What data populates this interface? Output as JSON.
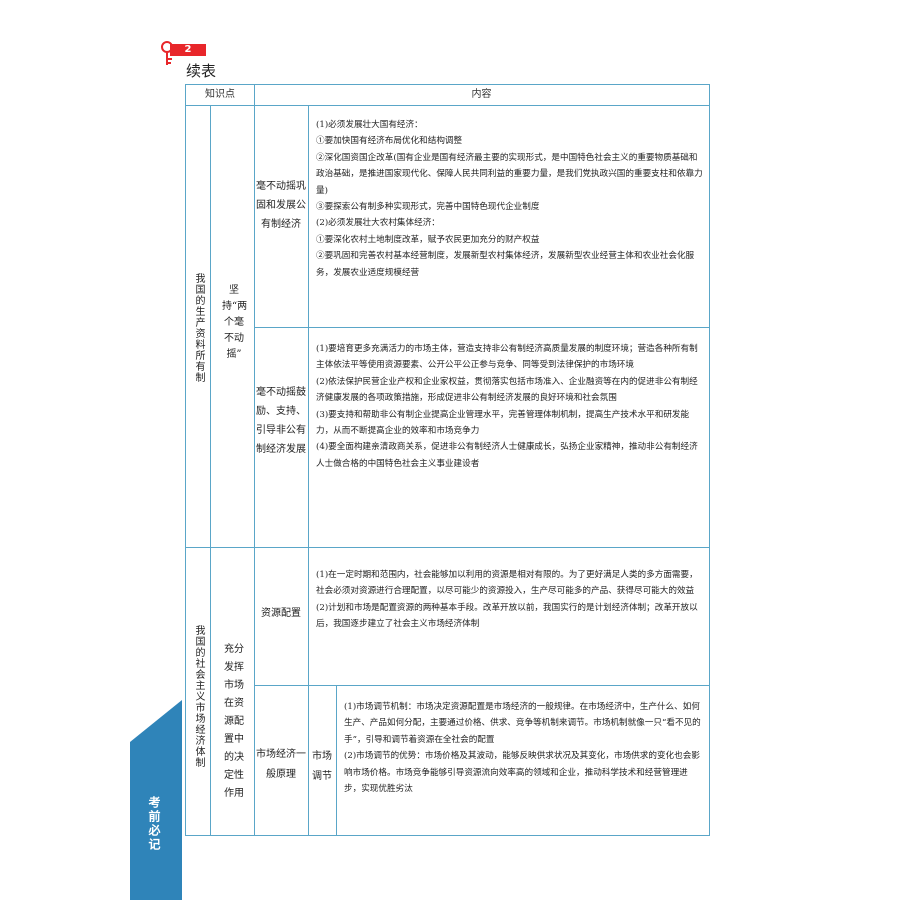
{
  "page": {
    "number": "2",
    "continued_label": "续表",
    "side_tab": "考前必记"
  },
  "table": {
    "headers": [
      "知识点",
      "内容"
    ],
    "section1": {
      "topic": "我国的生产资料所有制",
      "sub": "坚持“两个毫不动摇”",
      "rows": [
        {
          "label": "毫不动摇巩固和发展公有制经济",
          "content": [
            "(1)必须发展壮大国有经济：",
            "①要加快国有经济布局优化和结构调整",
            "②深化国资国企改革(国有企业是国有经济最主要的实现形式，是中国特色社会主义的重要物质基础和政治基础，是推进国家现代化、保障人民共同利益的重要力量，是我们党执政兴国的重要支柱和依靠力量)",
            "③要探索公有制多种实现形式，完善中国特色现代企业制度",
            "(2)必须发展壮大农村集体经济：",
            "①要深化农村土地制度改革，赋予农民更加充分的财产权益",
            "②要巩固和完善农村基本经营制度，发展新型农村集体经济，发展新型农业经营主体和农业社会化服务，发展农业适度规模经营"
          ]
        },
        {
          "label": "毫不动摇鼓励、支持、引导非公有制经济发展",
          "content": [
            "(1)要培育更多充满活力的市场主体，营造支持非公有制经济高质量发展的制度环境；营造各种所有制主体依法平等使用资源要素、公开公平公正参与竞争、同等受到法律保护的市场环境",
            "(2)依法保护民营企业产权和企业家权益，贯彻落实包括市场准入、企业融资等在内的促进非公有制经济健康发展的各项政策措施，形成促进非公有制经济发展的良好环境和社会氛围",
            "(3)要支持和帮助非公有制企业提高企业管理水平，完善管理体制机制，提高生产技术水平和研发能力，从而不断提高企业的效率和市场竞争力",
            "(4)要全面构建亲清政商关系，促进非公有制经济人士健康成长，弘扬企业家精神，推动非公有制经济人士做合格的中国特色社会主义事业建设者"
          ]
        }
      ]
    },
    "section2": {
      "topic": "我国的社会主义市场经济体制",
      "sub": "充分发挥市场在资源配置中的决定性作用",
      "rows": [
        {
          "label": "资源配置",
          "content": [
            "(1)在一定时期和范围内，社会能够加以利用的资源是相对有限的。为了更好满足人类的多方面需要，社会必须对资源进行合理配置，以尽可能少的资源投入，生产尽可能多的产品、获得尽可能大的效益",
            "(2)计划和市场是配置资源的两种基本手段。改革开放以前，我国实行的是计划经济体制；改革开放以后，我国逐步建立了社会主义市场经济体制"
          ]
        },
        {
          "label": "市场经济一般原理",
          "sublabel": "市场调节",
          "content": [
            "(1)市场调节机制：市场决定资源配置是市场经济的一般规律。在市场经济中，生产什么、如何生产、产品如何分配，主要通过价格、供求、竞争等机制来调节。市场机制就像一只“看不见的手”，引导和调节着资源在全社会的配置",
            "(2)市场调节的优势：市场价格及其波动，能够反映供求状况及其变化，市场供求的变化也会影响市场价格。市场竞争能够引导资源流向效率高的领域和企业，推动科学技术和经营管理进步，实现优胜劣汰"
          ]
        }
      ]
    }
  }
}
